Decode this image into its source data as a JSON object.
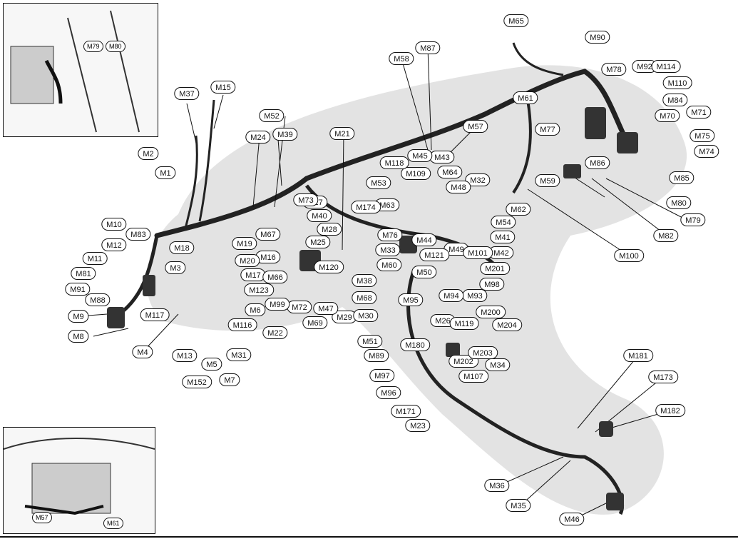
{
  "labels": [
    "M1",
    "M2",
    "M3",
    "M4",
    "M5",
    "M6",
    "M7",
    "M8",
    "M9",
    "M10",
    "M11",
    "M12",
    "M13",
    "M15",
    "M16",
    "M17",
    "M18",
    "M19",
    "M20",
    "M21",
    "M22",
    "M23",
    "M24",
    "M25",
    "M26",
    "M27",
    "M28",
    "M29",
    "M30",
    "M31",
    "M32",
    "M33",
    "M34",
    "M35",
    "M36",
    "M37",
    "M38",
    "M39",
    "M40",
    "M41",
    "M42",
    "M43",
    "M44",
    "M45",
    "M46",
    "M47",
    "M48",
    "M49",
    "M50",
    "M51",
    "M52",
    "M53",
    "M54",
    "M57",
    "M58",
    "M59",
    "M60",
    "M61",
    "M62",
    "M63",
    "M64",
    "M65",
    "M66",
    "M67",
    "M68",
    "M69",
    "M70",
    "M71",
    "M72",
    "M73",
    "M74",
    "M75",
    "M76",
    "M77",
    "M78",
    "M79",
    "M80",
    "M81",
    "M82",
    "M83",
    "M84",
    "M85",
    "M86",
    "M87",
    "M88",
    "M89",
    "M90",
    "M91",
    "M92",
    "M93",
    "M94",
    "M95",
    "M96",
    "M97",
    "M98",
    "M99",
    "M100",
    "M101",
    "M107",
    "M109",
    "M110",
    "M114",
    "M116",
    "M117",
    "M118",
    "M119",
    "M120",
    "M121",
    "M123",
    "M152",
    "M171",
    "M173",
    "M174",
    "M180",
    "M181",
    "M182",
    "M200",
    "M201",
    "M202",
    "M203",
    "M204"
  ],
  "inset_top": {
    "labels": [
      "M79",
      "M80"
    ]
  },
  "inset_bottom": {
    "labels": [
      "M57",
      "M61"
    ]
  }
}
